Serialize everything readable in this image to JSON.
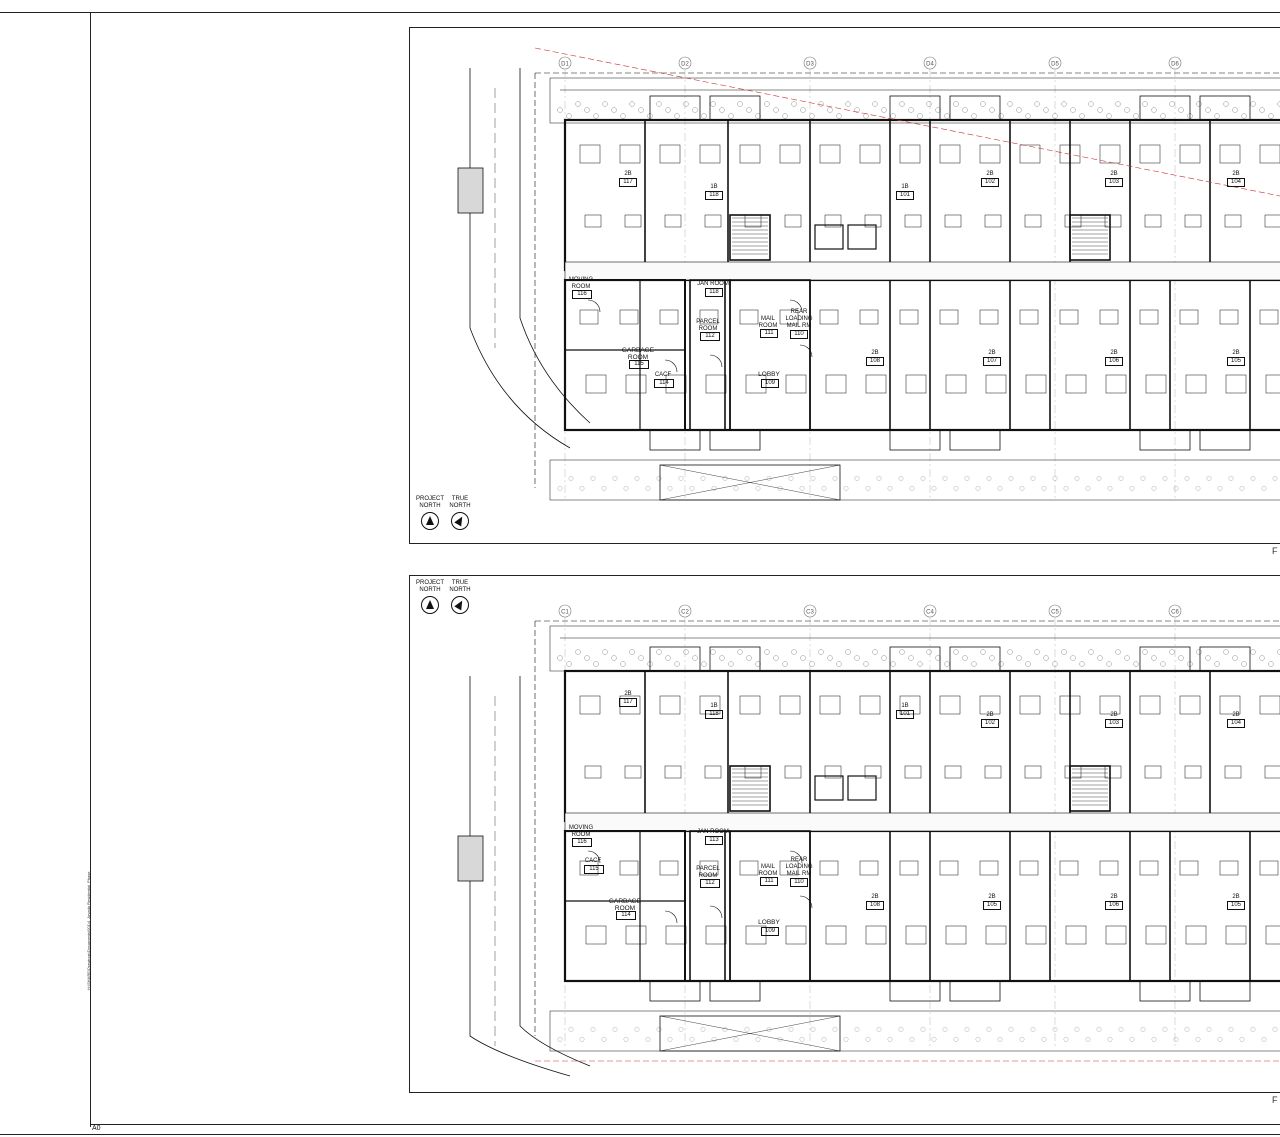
{
  "sheet": {
    "sheet_number": "A0",
    "file_path": "H:\\SHARE\\Drawings\\Documents\\001\\4_Arvada Residential_Phase",
    "upper_cut_mark": "F",
    "lower_cut_mark": "F"
  },
  "north": {
    "project_line1": "PROJECT",
    "project_line2": "NORTH",
    "true_line1": "TRUE",
    "true_line2": "NORTH"
  },
  "upper_plan": {
    "grid_bubbles": [
      "D1",
      "D2",
      "D3",
      "D4",
      "D5",
      "D6"
    ],
    "rooms": {
      "moving_room": {
        "name": "MOVING\nROOM",
        "number": "116"
      },
      "garbage_room": {
        "name": "GARBAGE\nROOM",
        "number": "115"
      },
      "cacf": {
        "name": "CACF",
        "number": "114"
      },
      "parcel_room": {
        "name": "PARCEL\nROOM",
        "number": "112"
      },
      "janitor": {
        "name": "JAN ROOM",
        "number": "118"
      },
      "mail_room": {
        "name": "MAIL\nROOM",
        "number": "111"
      },
      "rear_loading": {
        "name": "REAR\nLOADING\nMAIL RM",
        "number": "110"
      },
      "lobby": {
        "name": "LOBBY",
        "number": "109"
      }
    },
    "units": [
      {
        "type": "2B",
        "number": "117"
      },
      {
        "type": "1B",
        "number": "118"
      },
      {
        "type": "1B",
        "number": "101"
      },
      {
        "type": "2B",
        "number": "102"
      },
      {
        "type": "2B",
        "number": "103"
      },
      {
        "type": "2B",
        "number": "104"
      },
      {
        "type": "2B",
        "number": "108"
      },
      {
        "type": "2B",
        "number": "107"
      },
      {
        "type": "2B",
        "number": "106"
      },
      {
        "type": "2B",
        "number": "105"
      }
    ]
  },
  "lower_plan": {
    "grid_bubbles": [
      "C1",
      "C2",
      "C3",
      "C4",
      "C5",
      "C6"
    ],
    "rooms": {
      "moving_room": {
        "name": "MOVING\nROOM",
        "number": "116"
      },
      "cacf": {
        "name": "CACF",
        "number": "115"
      },
      "garbage_room": {
        "name": "GARBAGE\nROOM",
        "number": "114"
      },
      "parcel_room": {
        "name": "PARCEL\nROOM",
        "number": "112"
      },
      "janitor": {
        "name": "JAN ROOM",
        "number": "113"
      },
      "mail_room": {
        "name": "MAIL\nROOM",
        "number": "111"
      },
      "rear_loading": {
        "name": "REAR\nLOADING\nMAIL RM",
        "number": "110"
      },
      "lobby": {
        "name": "LOBBY",
        "number": "109"
      }
    },
    "units": [
      {
        "type": "2B",
        "number": "117"
      },
      {
        "type": "1B",
        "number": "118"
      },
      {
        "type": "1B",
        "number": "101"
      },
      {
        "type": "2B",
        "number": "102"
      },
      {
        "type": "2B",
        "number": "103"
      },
      {
        "type": "2B",
        "number": "104"
      },
      {
        "type": "2B",
        "number": "108"
      },
      {
        "type": "2B",
        "number": "105"
      },
      {
        "type": "2B",
        "number": "106"
      },
      {
        "type": "2B",
        "number": "105"
      }
    ]
  }
}
